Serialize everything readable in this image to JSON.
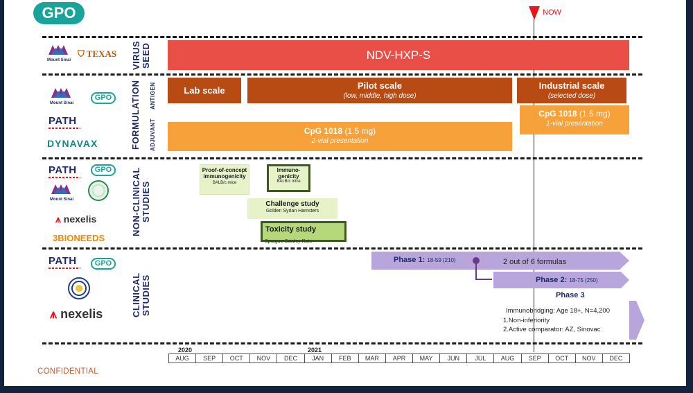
{
  "brand": {
    "gpo": "GPO",
    "gpo_color": "#1aa39a"
  },
  "now_marker": {
    "label": "NOW",
    "color": "#e5171d"
  },
  "rows": {
    "virus_seed": {
      "label": "VIRUS SEED"
    },
    "formulation": {
      "label": "FORMULATION",
      "sub_antigen": "ANTIGEN",
      "sub_adjuvant": "ADJUVANT"
    },
    "non_clinical": {
      "label": "NON-CLINICAL STUDIES"
    },
    "clinical": {
      "label": "CLINICAL STUDIES"
    }
  },
  "logos": {
    "mount_sinai": "Mount Sinai",
    "texas": "TEXAS",
    "path": "PATH",
    "dynavax": "DYNAVAX",
    "nexelis": "nexelis",
    "bioneeds": "BIONEEDS"
  },
  "bars": {
    "ndv": {
      "label": "NDV-HXP-S",
      "color": "#e94e47"
    },
    "lab_scale": {
      "label": "Lab scale",
      "color": "#b84b13"
    },
    "pilot_scale": {
      "label": "Pilot scale",
      "sub": "(low, middle, high dose)",
      "color": "#b84b13"
    },
    "industrial_scale": {
      "label": "Industrial scale",
      "sub": "(selected dose)",
      "color": "#b84b13"
    },
    "cpg_2vial": {
      "label": "CpG 1018",
      "dose": "(1.5 mg)",
      "sub": "2-vial presentation",
      "color": "#f6a13a"
    },
    "cpg_1vial": {
      "label": "CpG 1018",
      "dose": "(1.5 mg)",
      "sub": "1-vial presentation",
      "color": "#f6a13a"
    }
  },
  "studies": {
    "proof_of_concept": {
      "title": "Proof-of-concept immunogenicity",
      "sub": "BALB/c mice"
    },
    "immunogenicity": {
      "title": "Immuno-genicity",
      "sub": "BALB/c mice"
    },
    "challenge": {
      "title": "Challenge study",
      "sub": "Golden Syrian Hamsters"
    },
    "toxicity": {
      "title": "Toxicity study",
      "sub": "Sprague-Dawley Rats"
    }
  },
  "clinical": {
    "phase1": {
      "label": "Phase 1:",
      "detail": "18-59 (210)",
      "note": "2 out of 6 formulas",
      "color": "#b7a5dc"
    },
    "phase2": {
      "label": "Phase 2:",
      "detail": "18-75 (250)",
      "color": "#b7a5dc"
    },
    "phase3": {
      "label": "Phase 3",
      "line1": "Immunobridging: Age 18+,  N=4,200",
      "line2": "1.Non-inferiority",
      "line3": "2.Active comparator: AZ, Sinovac"
    }
  },
  "timeline": {
    "year1": "2020",
    "year2": "2021",
    "months": [
      "AUG",
      "SEP",
      "OCT",
      "NOV",
      "DEC",
      "JAN",
      "FEB",
      "MAR",
      "APR",
      "MAY",
      "JUN",
      "JUL",
      "AUG",
      "SEP",
      "OCT",
      "NOV",
      "DEC"
    ]
  },
  "footer": {
    "confidential": "CONFIDENTIAL"
  }
}
